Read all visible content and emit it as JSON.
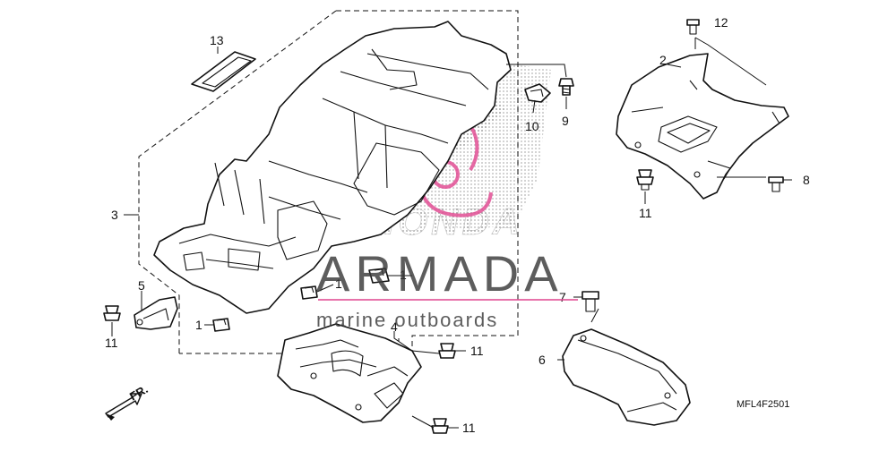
{
  "diagram": {
    "part_labels": [
      {
        "id": "13",
        "text": "13"
      },
      {
        "id": "12",
        "text": "12"
      },
      {
        "id": "2",
        "text": "2"
      },
      {
        "id": "10",
        "text": "10"
      },
      {
        "id": "9",
        "text": "9"
      },
      {
        "id": "3",
        "text": "3"
      },
      {
        "id": "8",
        "text": "8"
      },
      {
        "id": "11a",
        "text": "11"
      },
      {
        "id": "1a",
        "text": "1"
      },
      {
        "id": "1b",
        "text": "1"
      },
      {
        "id": "1c",
        "text": "1"
      },
      {
        "id": "5",
        "text": "5"
      },
      {
        "id": "11b",
        "text": "11"
      },
      {
        "id": "7",
        "text": "7"
      },
      {
        "id": "4",
        "text": "4"
      },
      {
        "id": "11c",
        "text": "11"
      },
      {
        "id": "6",
        "text": "6"
      },
      {
        "id": "11d",
        "text": "11"
      }
    ],
    "diagram_code": "MFL4F2501",
    "direction_label": "FR."
  },
  "watermark": {
    "brand": "ARMADA",
    "tagline": "marine outboards",
    "logo_text": "HONDA",
    "accent_color": "#e24f95",
    "halftone_color": "#9a9a9a"
  }
}
